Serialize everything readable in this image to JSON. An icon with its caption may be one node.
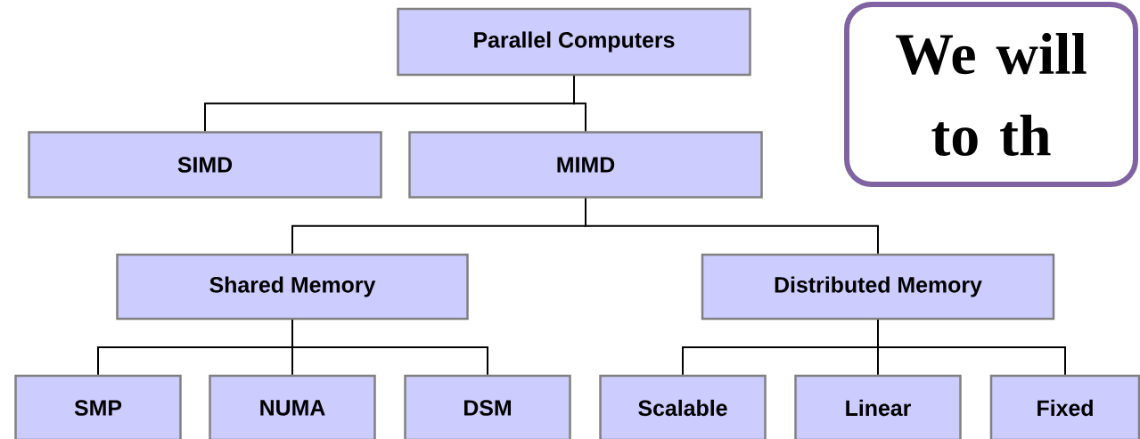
{
  "diagram": {
    "nodes": [
      {
        "text": [
          "Parallel Computers"
        ]
      },
      {
        "text": [
          "SIMD"
        ]
      },
      {
        "text": [
          "MIMD"
        ]
      },
      {
        "text": [
          "Shared Memory"
        ]
      },
      {
        "text": [
          "Distributed Memory"
        ]
      },
      {
        "text": [
          "SMP"
        ]
      },
      {
        "text": [
          "NUMA"
        ]
      },
      {
        "text": [
          "DSM"
        ]
      },
      {
        "text": [
          "Scalable"
        ]
      },
      {
        "text": [
          "Linear"
        ]
      },
      {
        "text": [
          "Fixed"
        ]
      },
      {
        "text": [
          "We will to th"
        ]
      }
    ],
    "edges": [
      {
        "from": 0,
        "to": 1,
        "arrow": "none"
      },
      {
        "from": 0,
        "to": 2,
        "arrow": "none"
      },
      {
        "from": 2,
        "to": 3,
        "arrow": "none"
      },
      {
        "from": 2,
        "to": 4,
        "arrow": "none"
      },
      {
        "from": 3,
        "to": 5,
        "arrow": "none"
      },
      {
        "from": 3,
        "to": 6,
        "arrow": "none"
      },
      {
        "from": 3,
        "to": 7,
        "arrow": "none"
      },
      {
        "from": 4,
        "to": 8,
        "arrow": "none"
      },
      {
        "from": 4,
        "to": 9,
        "arrow": "none"
      },
      {
        "from": 4,
        "to": 10,
        "arrow": "none"
      }
    ]
  }
}
